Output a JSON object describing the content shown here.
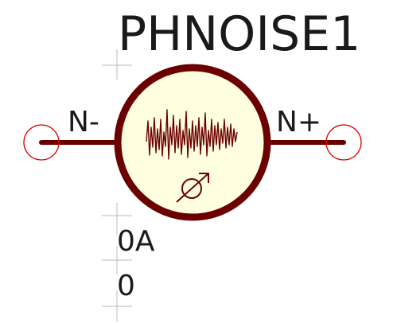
{
  "component": {
    "reference": "PHNOISE1",
    "value_1": "0A",
    "value_2": "0",
    "symbol": "phase-noise-source"
  },
  "pins": {
    "left_label": "N-",
    "right_label": "N+"
  },
  "icons": {
    "noise_waveform": "noise-waveform-icon",
    "phase": "phase-symbol-icon",
    "pin_marker": "pin-circle-icon"
  },
  "colors": {
    "body_fill": "#ffffe0",
    "body_stroke": "#6b0000",
    "wire": "#6b0000",
    "pin_marker": "#e00000",
    "crosshair": "#b8b8b8",
    "text": "#1a1a1a"
  }
}
